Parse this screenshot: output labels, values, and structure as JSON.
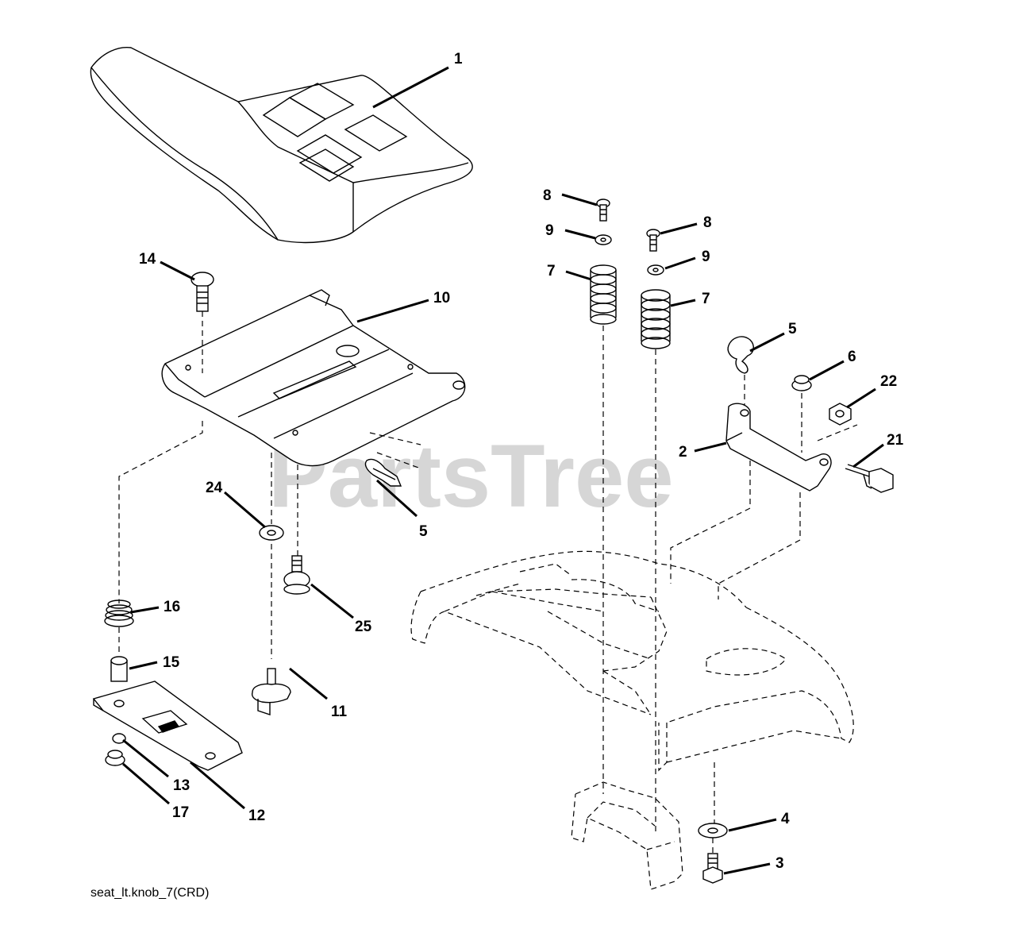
{
  "watermark": "PartsTree",
  "caption": "seat_lt.knob_7(CRD)",
  "callouts": [
    {
      "id": "c1",
      "label": "1"
    },
    {
      "id": "c14",
      "label": "14"
    },
    {
      "id": "c10",
      "label": "10"
    },
    {
      "id": "c24",
      "label": "24"
    },
    {
      "id": "c5a",
      "label": "5"
    },
    {
      "id": "c16",
      "label": "16"
    },
    {
      "id": "c25",
      "label": "25"
    },
    {
      "id": "c15",
      "label": "15"
    },
    {
      "id": "c11",
      "label": "11"
    },
    {
      "id": "c13",
      "label": "13"
    },
    {
      "id": "c17",
      "label": "17"
    },
    {
      "id": "c12",
      "label": "12"
    },
    {
      "id": "c8a",
      "label": "8"
    },
    {
      "id": "c9a",
      "label": "9"
    },
    {
      "id": "c7a",
      "label": "7"
    },
    {
      "id": "c8b",
      "label": "8"
    },
    {
      "id": "c9b",
      "label": "9"
    },
    {
      "id": "c7b",
      "label": "7"
    },
    {
      "id": "c5b",
      "label": "5"
    },
    {
      "id": "c6",
      "label": "6"
    },
    {
      "id": "c22",
      "label": "22"
    },
    {
      "id": "c2",
      "label": "2"
    },
    {
      "id": "c21",
      "label": "21"
    },
    {
      "id": "c4",
      "label": "4"
    },
    {
      "id": "c3",
      "label": "3"
    }
  ]
}
